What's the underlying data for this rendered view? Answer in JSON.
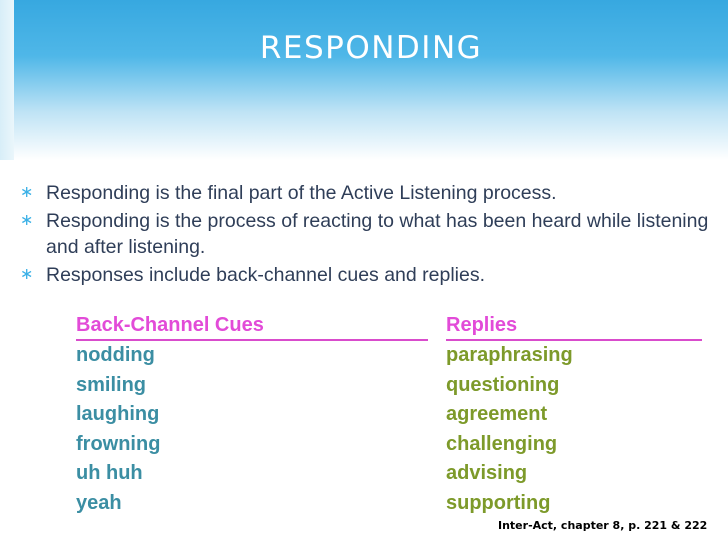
{
  "slide": {
    "title": "RESPONDING",
    "bullets": [
      "Responding is the final part of the Active Listening process.",
      "Responding is the process of reacting to what has been heard while listening and after listening.",
      "Responses include back-channel cues and replies."
    ],
    "bullet_glyph": "∗",
    "columns": {
      "left": {
        "header": "Back-Channel Cues",
        "items": [
          "nodding",
          "smiling",
          "laughing",
          "frowning",
          "uh huh",
          "yeah"
        ]
      },
      "right": {
        "header": "Replies",
        "items": [
          "paraphrasing",
          "questioning",
          "agreement",
          "challenging",
          "advising",
          "supporting"
        ]
      }
    },
    "citation": "Inter-Act, chapter 8, p. 221 & 222"
  },
  "colors": {
    "title_band": "#37a8e0",
    "bullet_text": "#2f3e58",
    "bullet_mark": "#3ab0e6",
    "header_magenta": "#e24bd8",
    "left_items": "#3b8ea3",
    "right_items": "#7d9a2a"
  }
}
